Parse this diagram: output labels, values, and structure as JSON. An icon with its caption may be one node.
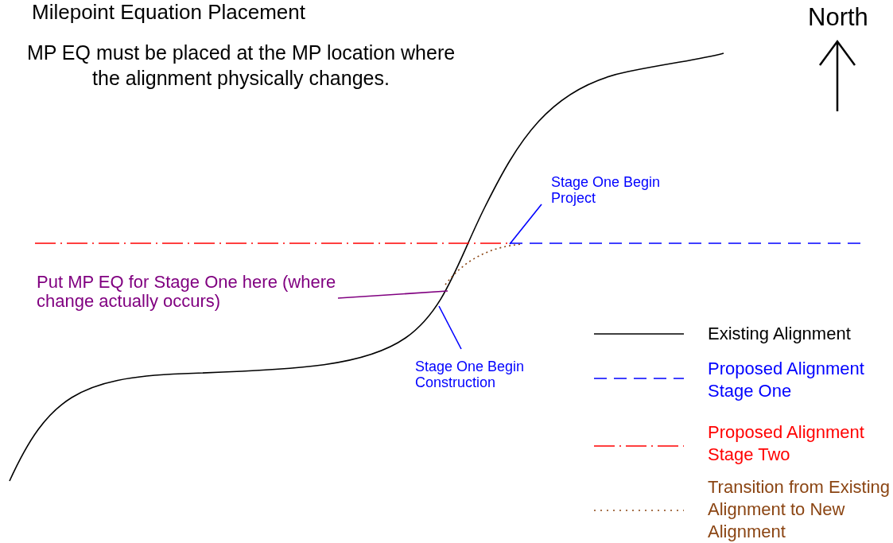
{
  "diagram": {
    "title": "Milepoint Equation Placement",
    "nodes": [
      {
        "text": [
          "Stage One Begin Project"
        ]
      },
      {
        "text": [
          "Put MP EQ for Stage One here (where change actually occurs)"
        ]
      },
      {
        "text": [
          "Stage One Begin Construction"
        ]
      }
    ],
    "edges": [
      {
        "from": 0,
        "to": null,
        "arrow": "none"
      },
      {
        "from": 1,
        "to": null,
        "arrow": "none",
        "color": "#800080"
      },
      {
        "from": 2,
        "to": null,
        "arrow": "none"
      }
    ],
    "labels": [
      "MP EQ must be placed at the MP location where the alignment physically changes.",
      "North"
    ],
    "legend": [
      {
        "text": "Existing Alignment"
      },
      {
        "text": "Proposed Alignment Stage One"
      },
      {
        "text": "Proposed Alignment Stage Two"
      },
      {
        "text": "Transition from Existing Alignment to New Alignment"
      }
    ]
  }
}
